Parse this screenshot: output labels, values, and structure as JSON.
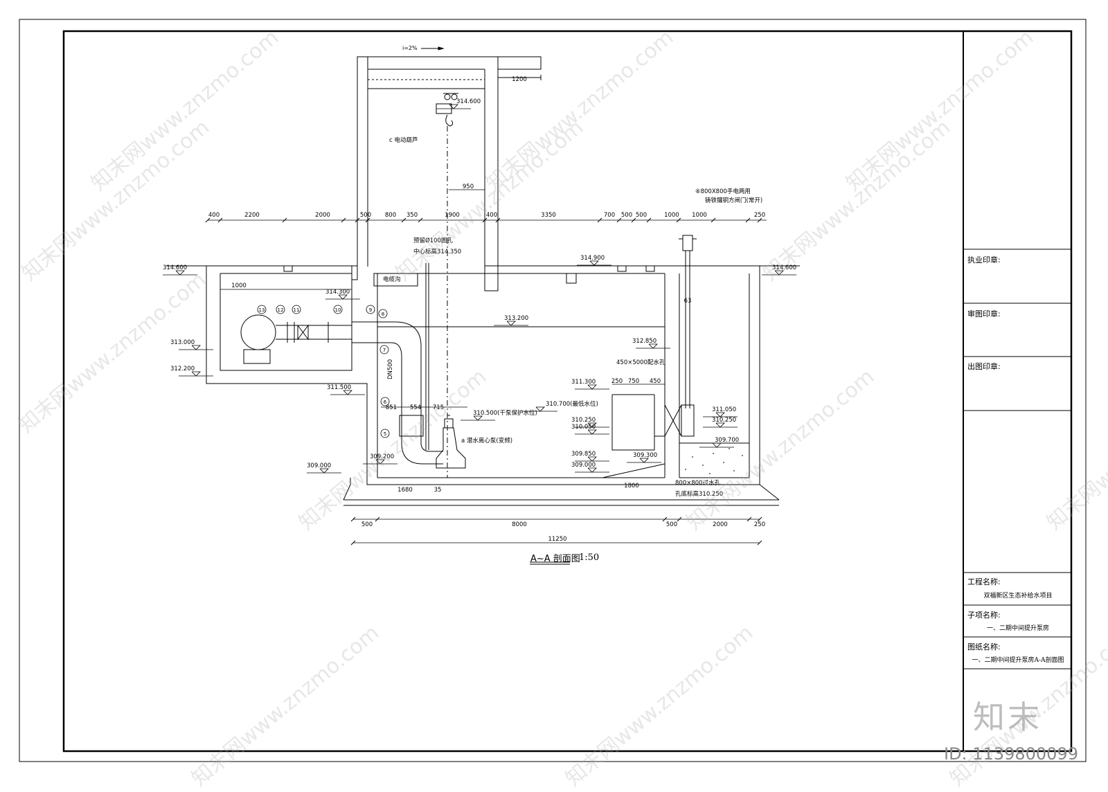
{
  "drawing": {
    "title": "A~A 剖面图",
    "scale": "1:50",
    "slope_label": "i=2%"
  },
  "dims_top": [
    "400",
    "2200",
    "2000",
    "500",
    "800",
    "350",
    "1900",
    "400",
    "3350",
    "700",
    "500",
    "500",
    "1000",
    "1000",
    "250"
  ],
  "dims_bottom": [
    "500",
    "8000",
    "500",
    "2000",
    "250"
  ],
  "dim_total": "11250",
  "dims_misc": {
    "d1200": "1200",
    "d950": "950",
    "d1000": "1000",
    "d1680": "1680",
    "d35": "35",
    "d1800": "1800",
    "d851": "851",
    "d554": "554",
    "d715": "715",
    "d250": "250",
    "d750": "750",
    "d450": "450",
    "d63": "63"
  },
  "elevations": {
    "e314600_crane": "314.600",
    "e314600_left": "314.600",
    "e314600_right": "314.600",
    "e314900": "314.900",
    "e314300": "314.300",
    "e313200": "313.200",
    "e313000": "313.000",
    "e312850": "312.850",
    "e312200": "312.200",
    "e311500": "311.500",
    "e311300": "311.300",
    "e311050": "311.050",
    "e310500": "310.500(干泵保护水位)",
    "e310700": "310.700(最低水位)",
    "e310250a": "310.250",
    "e310050": "310.050",
    "e310250b": "310.250",
    "e309850": "309.850",
    "e309700": "309.700",
    "e309300": "309.300",
    "e309200": "309.200",
    "e309000a": "309.000",
    "e309000b": "309.000"
  },
  "annotations": {
    "hoist": "c 电动葫芦",
    "gate_1": "⑥800X800手电两用",
    "gate_2": "铸铁镶铜方闸门(常开)",
    "hole_1": "预留Ø100圆孔",
    "hole_2": "中心标高314.350",
    "cable_room": "电缆沟",
    "weir": "450×5000配水孔",
    "pump": "a 潜水离心泵(变频)",
    "dn": "DN500",
    "opening_1": "800×800过水孔",
    "opening_2": "孔底标高310.250"
  },
  "callouts": [
    "13",
    "12",
    "11",
    "10",
    "9",
    "8",
    "7",
    "6",
    "5"
  ],
  "title_block": {
    "stamp_practice": "执业印章:",
    "stamp_review": "审图印章:",
    "stamp_issue": "出图印章:",
    "project_label": "工程名称:",
    "project_value": "双福新区生态补给水项目",
    "sub_label": "子项名称:",
    "sub_value": "一、二期中间提升泵房",
    "drawing_label": "图纸名称:",
    "drawing_value": "一、二期中间提升泵房A-A剖面图"
  },
  "watermark": {
    "brand": "知末",
    "id": "ID: 1139800099",
    "wm_text": "知末网www.znzmo.com"
  }
}
